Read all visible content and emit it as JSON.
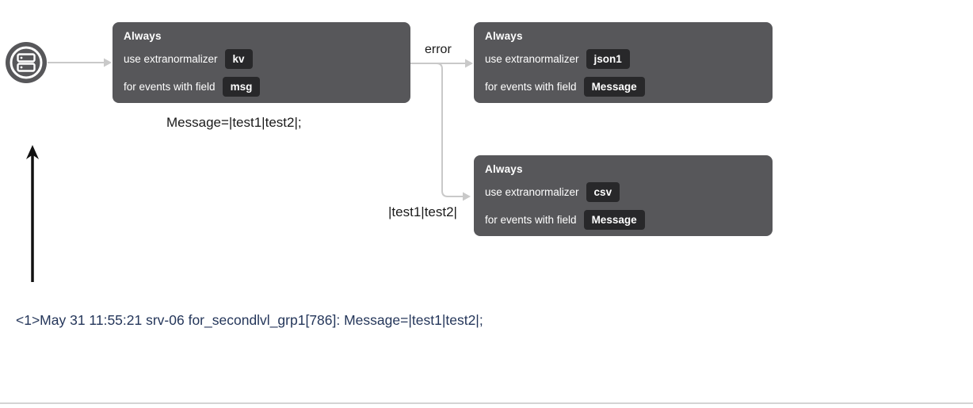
{
  "flow": {
    "source": {
      "icon": "server-icon"
    },
    "nodes": [
      {
        "condition": "Always",
        "normalizer_label": "use extranormalizer",
        "normalizer_value": "kv",
        "field_label": "for events with field",
        "field_value": "msg"
      },
      {
        "condition": "Always",
        "normalizer_label": "use extranormalizer",
        "normalizer_value": "json1",
        "field_label": "for events with field",
        "field_value": "Message"
      },
      {
        "condition": "Always",
        "normalizer_label": "use extranormalizer",
        "normalizer_value": "csv",
        "field_label": "for events with field",
        "field_value": "Message"
      }
    ],
    "edge_label_error": "error",
    "annotation_message": "Message=|test1|test2|;",
    "annotation_branch": "|test1|test2|",
    "log_line": "<1>May 31 11:55:21 srv-06 for_secondlvl_grp1[786]: Message=|test1|test2|;"
  },
  "colors": {
    "node_background": "#57575a",
    "chip_background": "#28282a",
    "node_text": "#ffffff",
    "connector": "#c9c9c9",
    "black_arrow": "#111111",
    "log_text": "#24365a",
    "divider": "#d4d4d4"
  }
}
